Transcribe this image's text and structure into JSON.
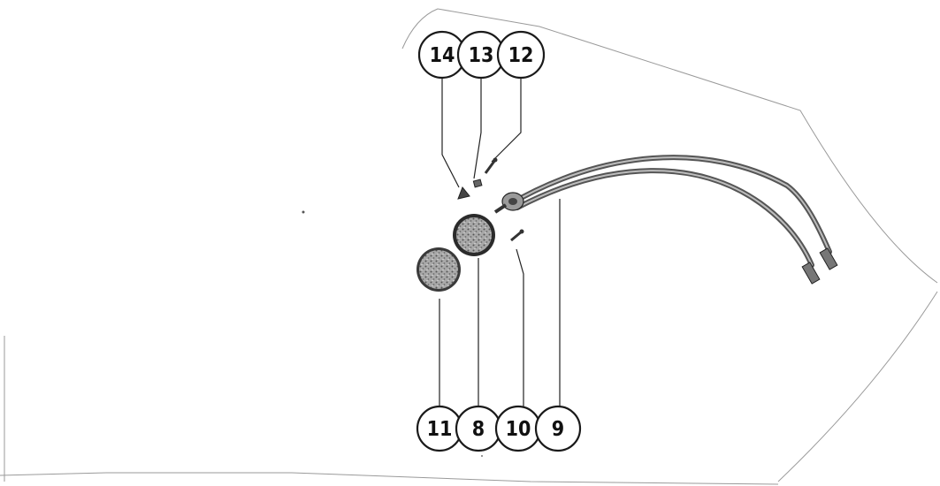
{
  "callouts": {
    "top": [
      {
        "label": "14"
      },
      {
        "label": "13"
      },
      {
        "label": "12"
      }
    ],
    "bottom": [
      {
        "label": "11"
      },
      {
        "label": "8"
      },
      {
        "label": "10"
      },
      {
        "label": "9"
      }
    ]
  },
  "colors": {
    "ink": "#1a1a1a",
    "paper": "#ffffff",
    "part_fill": "#8d8d8d"
  }
}
